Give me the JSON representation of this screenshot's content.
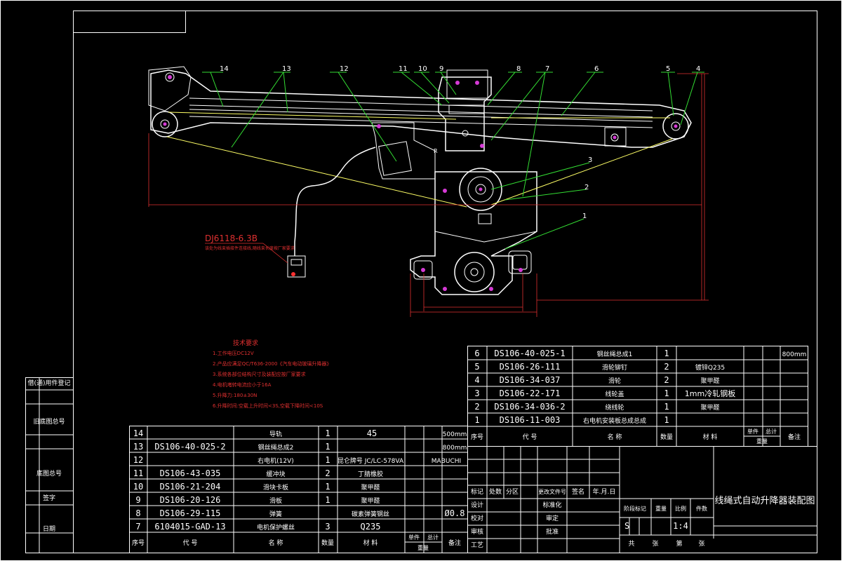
{
  "callouts": [
    "1",
    "2",
    "3",
    "4",
    "5",
    "6",
    "7",
    "8",
    "9",
    "10",
    "11",
    "12",
    "13",
    "14"
  ],
  "part_label": "R",
  "connector_label": "DJ6118-6.3B",
  "connector_note": "该处为线束插接件连接线,随线束长度按厂家要求",
  "tech_requirements": {
    "title": "技术要求",
    "lines": [
      "1.工作电压DC12V",
      "2.产品应满足QC/T636-2000《汽车电动玻璃升降器》",
      "3.系统各部位结构尺寸及装配应按厂家要求",
      "4.电机堵转电流应小于16A",
      "5.升降力:180±30N",
      "6.升降时间:空载上升时间<3S,空载下降时间<10S"
    ]
  },
  "left_sidebar": [
    "借(通)用件登记",
    "旧底图总号",
    "底图总号",
    "签字",
    "日期"
  ],
  "bom_right": [
    {
      "no": "6",
      "code": "DS106-40-025-1",
      "name": "钢丝绳总成1",
      "qty": "1",
      "material": "",
      "extra": "800mm"
    },
    {
      "no": "5",
      "code": "DS106-26-111",
      "name": "滑轮铆钉",
      "qty": "2",
      "material": "镀锌Q235",
      "extra": ""
    },
    {
      "no": "4",
      "code": "DS106-34-037",
      "name": "滑轮",
      "qty": "2",
      "material": "聚甲醛",
      "extra": ""
    },
    {
      "no": "3",
      "code": "DS106-22-171",
      "name": "线轮盖",
      "qty": "1",
      "material": "1mm冷轧钢板",
      "extra": ""
    },
    {
      "no": "2",
      "code": "DS106-34-036-2",
      "name": "绕线轮",
      "qty": "1",
      "material": "聚甲醛",
      "extra": ""
    },
    {
      "no": "1",
      "code": "DS106-11-003",
      "name": "右电机安装板总成总成",
      "qty": "1",
      "material": "",
      "extra": ""
    }
  ],
  "bom_left": [
    {
      "no": "14",
      "code": "",
      "name": "导轨",
      "qty": "1",
      "material": "45",
      "extra": "500mm"
    },
    {
      "no": "13",
      "code": "DS106-40-025-2",
      "name": "钢丝绳总成2",
      "qty": "1",
      "material": "",
      "extra": "800mm"
    },
    {
      "no": "12",
      "code": "",
      "name": "右电机(12V)",
      "qty": "1",
      "material": "昆仑牌号 JC/LC-578VA",
      "extra": "MABUCHI"
    },
    {
      "no": "11",
      "code": "DS106-43-035",
      "name": "缓冲块",
      "qty": "2",
      "material": "丁腈橡胶",
      "extra": ""
    },
    {
      "no": "10",
      "code": "DS106-21-204",
      "name": "滑块卡板",
      "qty": "1",
      "material": "聚甲醛",
      "extra": ""
    },
    {
      "no": "9",
      "code": "DS106-20-126",
      "name": "滑板",
      "qty": "1",
      "material": "聚甲醛",
      "extra": ""
    },
    {
      "no": "8",
      "code": "DS106-29-115",
      "name": "弹簧",
      "qty": "",
      "material": "碳素弹簧钢丝",
      "extra": "Ø0.8"
    },
    {
      "no": "7",
      "code": "6104015-GAD-13",
      "name": "电机保护螺丝",
      "qty": "3",
      "material": "Q235",
      "extra": ""
    }
  ],
  "bom_header": {
    "no": "序号",
    "code": "代    号",
    "name": "名    称",
    "qty": "数量",
    "material": "材    料",
    "single": "单件",
    "total": "总计",
    "weight": "重量",
    "remark": "备注"
  },
  "title_block": {
    "drawing_title": "线绳式自动升降器装配图",
    "rev_headers": [
      "标记",
      "处数",
      "分区",
      "更改文件号",
      "签名",
      "年.月.日"
    ],
    "sign_rows": [
      "设计",
      "校对",
      "审核",
      "工艺"
    ],
    "sign_cols": [
      "标准化",
      "审定",
      "批准"
    ],
    "stage_headers": [
      "阶段标记",
      "重量",
      "比例",
      "件数"
    ],
    "stage_s": "S",
    "scale": "1:4",
    "sheet_labels": [
      "共",
      "张",
      "第",
      "张"
    ]
  }
}
